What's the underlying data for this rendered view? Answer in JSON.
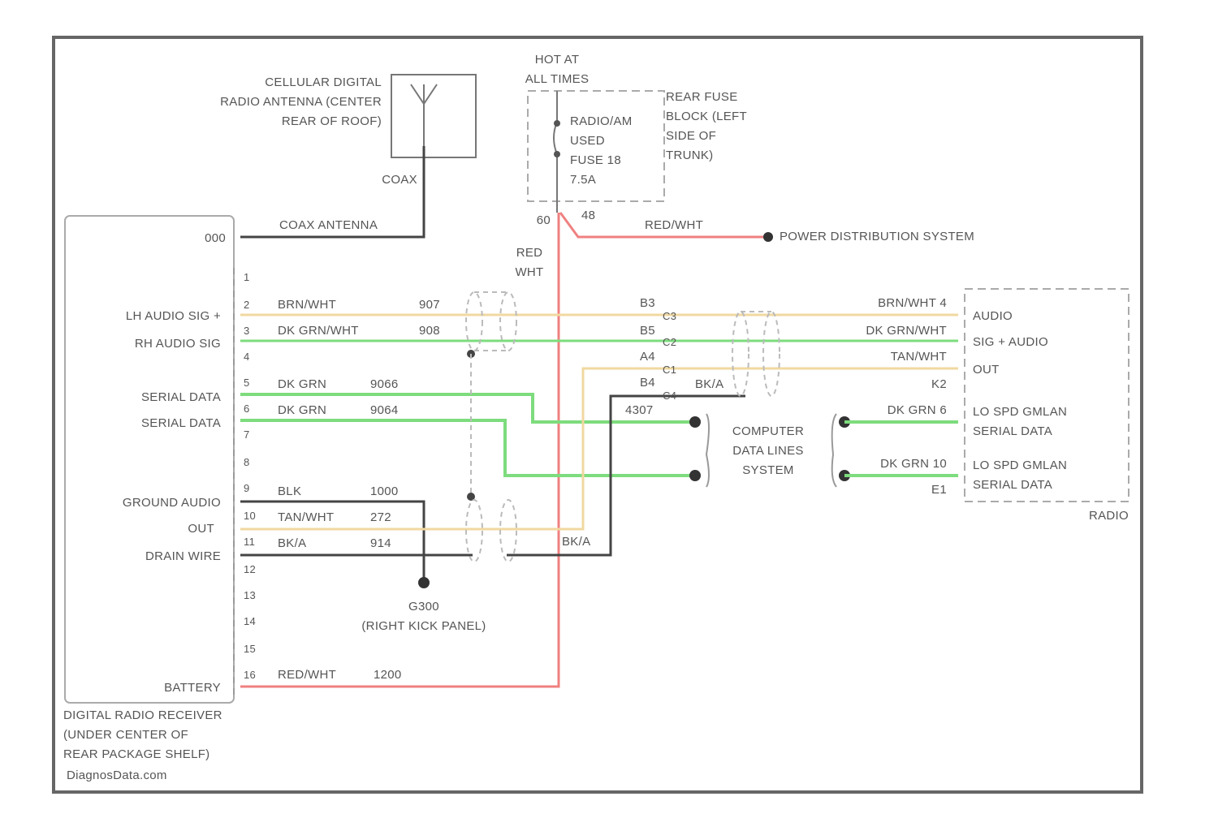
{
  "colors": {
    "frame": "#666666",
    "red_wire": "#f08080",
    "tan_wire": "#f0d8a0",
    "green_wire": "#7ddc7d",
    "black_wire": "#444444",
    "dashed": "#aaaaaa",
    "text": "#555555"
  },
  "antenna": {
    "title_lines": [
      "CELLULAR DIGITAL",
      "RADIO ANTENNA (CENTER",
      "REAR OF ROOF)"
    ],
    "coax": "COAX",
    "coax_antenna": "COAX ANTENNA",
    "pin": "000",
    "icon": "antenna-icon"
  },
  "fuse": {
    "hot_at": [
      "HOT AT",
      "ALL TIMES"
    ],
    "label": [
      "RADIO/AM",
      "USED",
      "FUSE 18",
      "7.5A"
    ],
    "block": [
      "REAR FUSE",
      "BLOCK (LEFT",
      "SIDE OF",
      "TRUNK)"
    ],
    "pin_left": "60",
    "pin_right": "48",
    "wire_color": "RED/WHT",
    "wire_color_vertical": [
      "RED",
      "WHT"
    ]
  },
  "power_distribution": "POWER DISTRIBUTION SYSTEM",
  "receiver": {
    "labels": {
      "lh_audio": "LH AUDIO SIG +",
      "rh_audio": "RH AUDIO SIG",
      "serial_1": "SERIAL DATA",
      "serial_2": "SERIAL DATA",
      "ground_audio": "GROUND AUDIO",
      "out": "OUT",
      "drain": "DRAIN WIRE",
      "battery": "BATTERY"
    },
    "pins": [
      "1",
      "2",
      "3",
      "4",
      "5",
      "6",
      "7",
      "8",
      "9",
      "10",
      "11",
      "12",
      "13",
      "14",
      "15",
      "16"
    ],
    "caption": [
      "DIGITAL RADIO RECEIVER",
      "(UNDER CENTER OF",
      "REAR PACKAGE SHELF)"
    ],
    "watermark": "DiagnosData.com"
  },
  "wires": {
    "w2": {
      "color": "BRN/WHT",
      "circuit": "907"
    },
    "w3": {
      "color": "DK GRN/WHT",
      "circuit": "908"
    },
    "w5": {
      "color": "DK GRN",
      "circuit": "9066"
    },
    "w6": {
      "color": "DK GRN",
      "circuit": "9064"
    },
    "w9": {
      "color": "BLK",
      "circuit": "1000"
    },
    "w10": {
      "color": "TAN/WHT",
      "circuit": "272"
    },
    "w11": {
      "color": "BK/A",
      "circuit": "914"
    },
    "w16": {
      "color": "RED/WHT",
      "circuit": "1200"
    },
    "bka_mid": "BK/A",
    "bka_lower": "BK/A",
    "bk_code": "4307"
  },
  "inline": {
    "pins": [
      "B3",
      "B5",
      "A4",
      "B4"
    ],
    "c": [
      "C3",
      "C2",
      "C1",
      "C4"
    ]
  },
  "ground": {
    "name": "G300",
    "location": "(RIGHT KICK PANEL)"
  },
  "computer": [
    "COMPUTER",
    "DATA LINES",
    "SYSTEM"
  ],
  "radio": {
    "wire_labels": [
      "BRN/WHT  4",
      "DK GRN/WHT",
      "TAN/WHT"
    ],
    "pin_k2": "K2",
    "pin_e1": "E1",
    "dkgrn_6": "DK GRN   6",
    "dkgrn_10": "DK GRN  10",
    "functions": [
      "AUDIO",
      "SIG + AUDIO",
      "OUT",
      "LO SPD GMLAN",
      "SERIAL DATA",
      "LO SPD GMLAN",
      "SERIAL DATA"
    ],
    "name": "RADIO"
  }
}
